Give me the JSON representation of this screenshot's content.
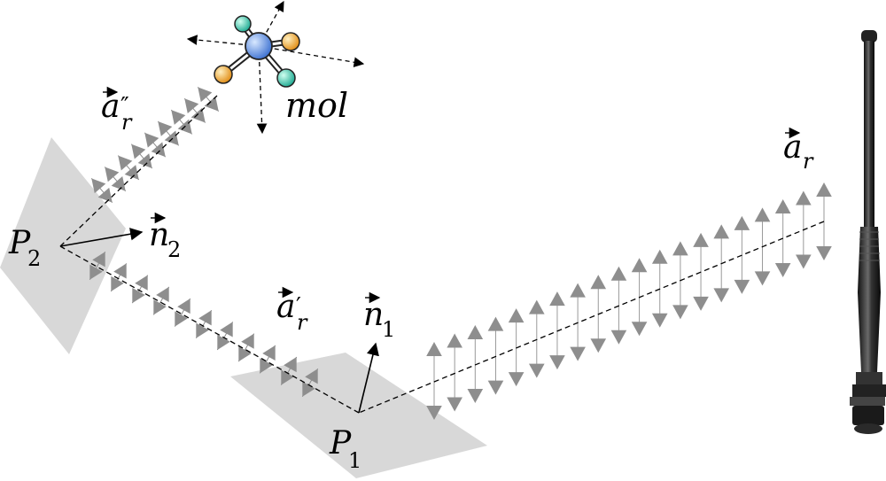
{
  "labels": {
    "p1": "P",
    "p1_sub": "1",
    "p2": "P",
    "p2_sub": "2",
    "n1": "n",
    "n1_sub": "1",
    "n2": "n",
    "n2_sub": "2",
    "ar": "a",
    "ar_sub": "r",
    "ar1": "a",
    "ar1_sub": "r",
    "ar1_mark": "′",
    "ar2": "a",
    "ar2_sub": "r",
    "ar2_mark": "″",
    "mol": "mol"
  },
  "colors": {
    "plane": "#d8d8d8",
    "arrow_gray": "#8e8e8e",
    "ray": "#000000",
    "molecule_center": "#5b8fe0",
    "molecule_orange": "#f0a020",
    "molecule_teal": "#30c0a8",
    "antenna": "#2a2a2a"
  },
  "icons": {
    "molecule": "molecule-icon",
    "antenna": "antenna-icon"
  }
}
